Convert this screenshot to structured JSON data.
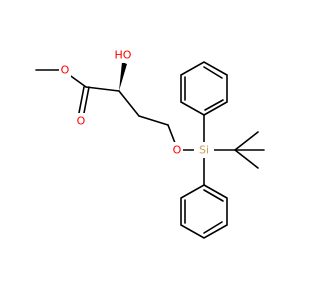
{
  "colors": {
    "background": "#ffffff",
    "bond": "#000000",
    "oxygen": "#ff0000",
    "silicon": "#d09e5a"
  },
  "atoms": {
    "methoxy_oxygen": "O",
    "carbonyl_oxygen": "O",
    "hydroxyl": "HO",
    "ether_oxygen": "O",
    "silicon": "Si"
  }
}
